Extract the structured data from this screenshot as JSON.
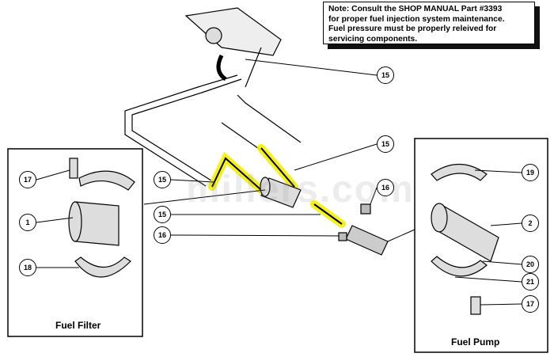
{
  "note": {
    "lines": [
      "Note: Consult the SHOP MANUAL  Part #3393",
      "for proper fuel injection system maintenance.",
      "Fuel pressure must be properly releived for",
      "servicing  components."
    ]
  },
  "watermark": "millers.com",
  "captions": {
    "fuel_filter": "Fuel Filter",
    "fuel_pump": "Fuel Pump"
  },
  "callouts": {
    "top_15a": "15",
    "top_15b": "15",
    "mid_16": "16",
    "left_17": "17",
    "left_1": "1",
    "left_18": "18",
    "center_15a": "15",
    "center_15b": "15",
    "center_16": "16",
    "right_19": "19",
    "right_2": "2",
    "right_20": "20",
    "right_21": "21",
    "right_17": "17"
  },
  "colors": {
    "highlight": "#f5f000",
    "line": "#000000"
  }
}
